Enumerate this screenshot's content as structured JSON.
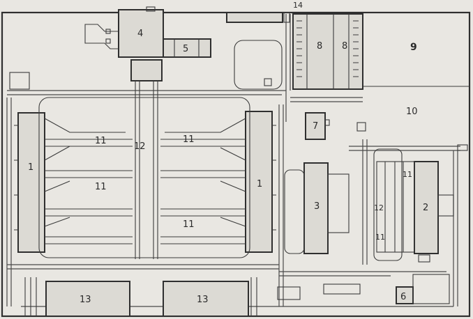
{
  "labels": {
    "l1_left": "1",
    "l1_right": "1",
    "l2": "2",
    "l3": "3",
    "l4": "4",
    "l5": "5",
    "l6": "6",
    "l7": "7",
    "l8_a": "8",
    "l8_b": "8",
    "l9": "9",
    "l10": "10",
    "l11_a": "11",
    "l11_b": "11",
    "l11_c": "11",
    "l11_d": "11",
    "l11_e": "11",
    "l11_f": "11",
    "l12_a": "12",
    "l12_b": "12",
    "l13_a": "13",
    "l13_b": "13",
    "l14": "14"
  }
}
